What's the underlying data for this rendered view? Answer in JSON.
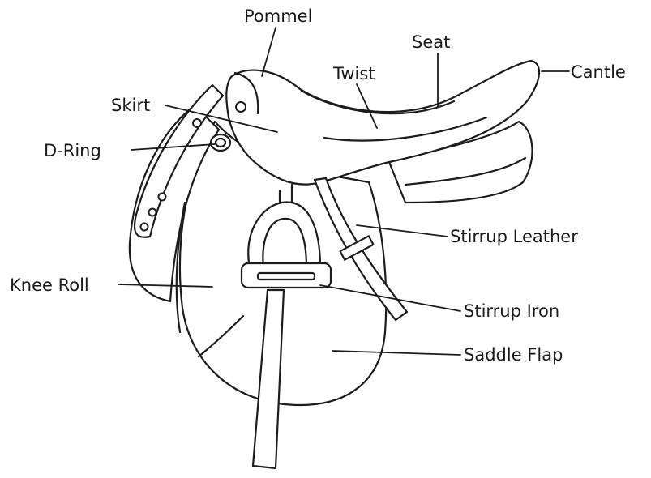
{
  "labels": {
    "pommel": "Pommel",
    "seat": "Seat",
    "twist": "Twist",
    "cantle": "Cantle",
    "skirt": "Skirt",
    "d_ring": "D-Ring",
    "stirrup_leather": "Stirrup Leather",
    "knee_roll": "Knee Roll",
    "stirrup_iron": "Stirrup Iron",
    "saddle_flap": "Saddle Flap"
  }
}
